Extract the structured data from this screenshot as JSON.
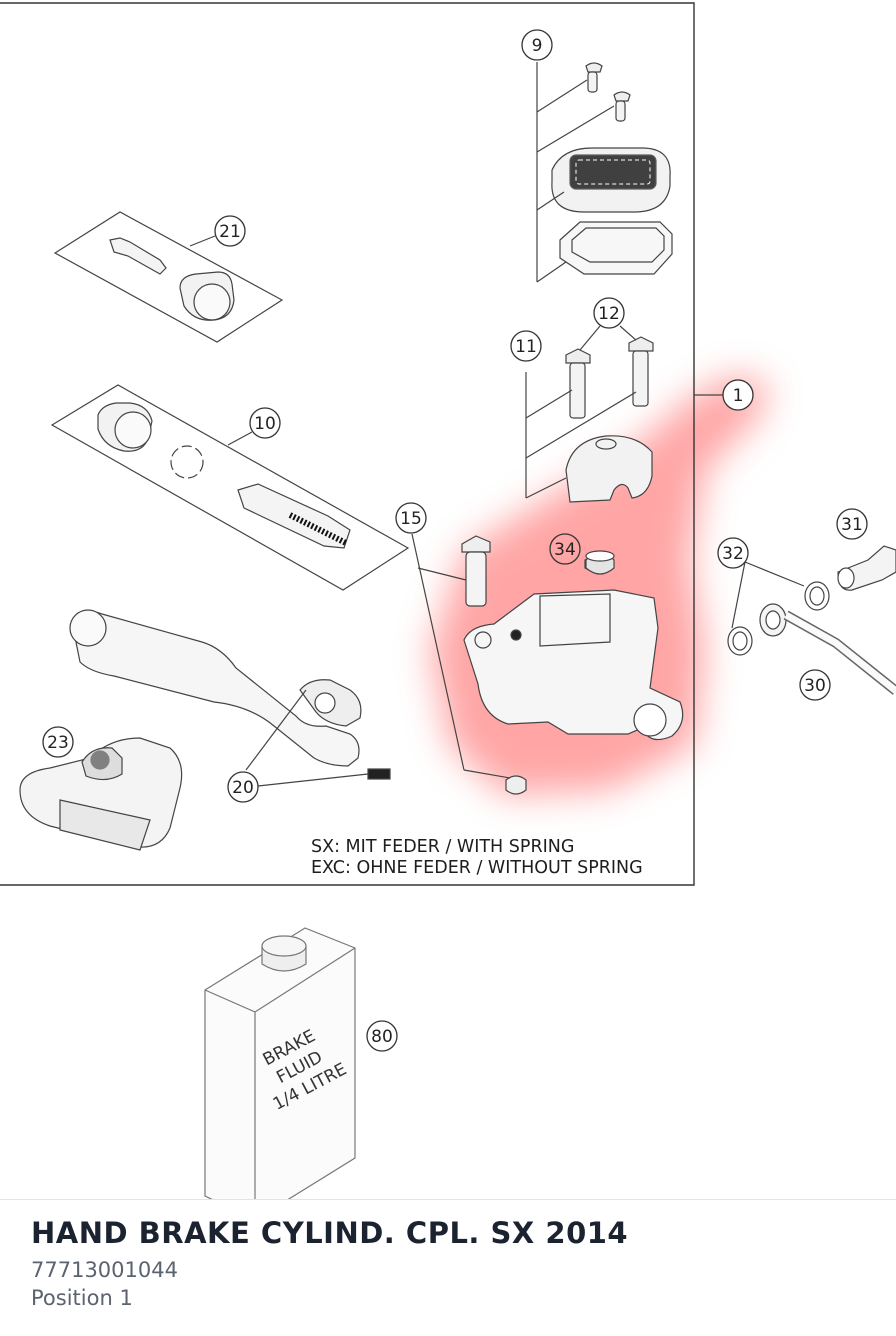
{
  "diagram": {
    "callouts": {
      "c1": "1",
      "c9": "9",
      "c10": "10",
      "c11": "11",
      "c12": "12",
      "c15": "15",
      "c20": "20",
      "c21": "21",
      "c23": "23",
      "c30": "30",
      "c31": "31",
      "c32": "32",
      "c34": "34",
      "c80": "80"
    },
    "note_line1": "SX: MIT FEDER / WITH SPRING",
    "note_line2": "EXC: OHNE FEDER / WITHOUT SPRING",
    "bottle_label": {
      "line1": "BRAKE",
      "line2": "FLUID",
      "line3": "1/4 LITRE"
    }
  },
  "part": {
    "title": "HAND BRAKE CYLIND. CPL. SX 2014",
    "number": "77713001044",
    "position": "Position 1"
  },
  "colors": {
    "highlight": "#ff6b6b",
    "title": "#1b2230",
    "meta": "#5b6270"
  }
}
